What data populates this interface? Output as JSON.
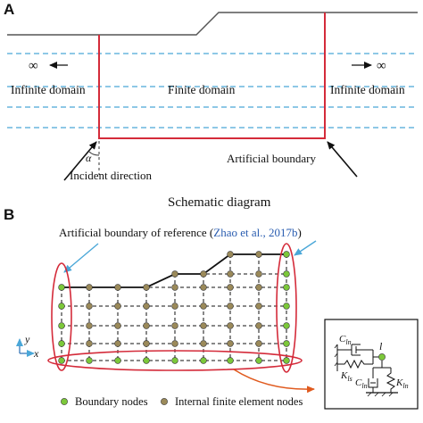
{
  "panel_a": {
    "label": "A",
    "left_infinity": "∞",
    "right_infinity": "∞",
    "left_domain": "Infinite domain",
    "center_domain": "Finite domain",
    "right_domain": "Infinite domain",
    "angle_symbol": "α",
    "incident_label": "Incident direction",
    "boundary_label": "Artificial boundary",
    "caption": "Schematic diagram"
  },
  "panel_b": {
    "label": "B",
    "reference_text": "Artificial boundary of reference (",
    "reference_cite": "Zhao et al., 2017b",
    "reference_close": ")",
    "axis_y": "y",
    "axis_x": "x",
    "legend_boundary": "Boundary nodes",
    "legend_internal": "Internal finite element nodes",
    "inset": {
      "c_tn": "C",
      "c_tn_sub": "ln",
      "k_ls": "K",
      "k_ls_sub": "ls",
      "c_ln": "C",
      "c_ln_sub": "ln",
      "k_ln": "K",
      "k_ln_sub": "ln",
      "node": "l"
    }
  },
  "colors": {
    "boundary_red": "#d42b3a",
    "dashed_blue": "#4aa7d8",
    "node_green": "#7cc83a",
    "node_brown": "#9b8a5a",
    "citation_blue": "#2a5db0",
    "arrow_orange": "#e05a1e"
  }
}
